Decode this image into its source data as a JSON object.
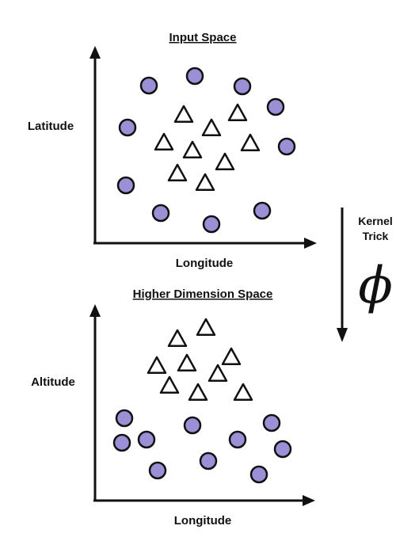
{
  "top_panel": {
    "title": "Input Space",
    "y_axis_label": "Latitude",
    "x_axis_label": "Longitude"
  },
  "bottom_panel": {
    "title": "Higher Dimension Space",
    "y_axis_label": "Altitude",
    "x_axis_label": "Longitude"
  },
  "transform": {
    "label_line1": "Kernel",
    "label_line2": "Trick",
    "symbol": "ϕ"
  },
  "colors": {
    "circle_fill": "#9b8fd6",
    "marker_stroke": "#111111",
    "triangle_fill": "#ffffff",
    "axis": "#111111"
  }
}
